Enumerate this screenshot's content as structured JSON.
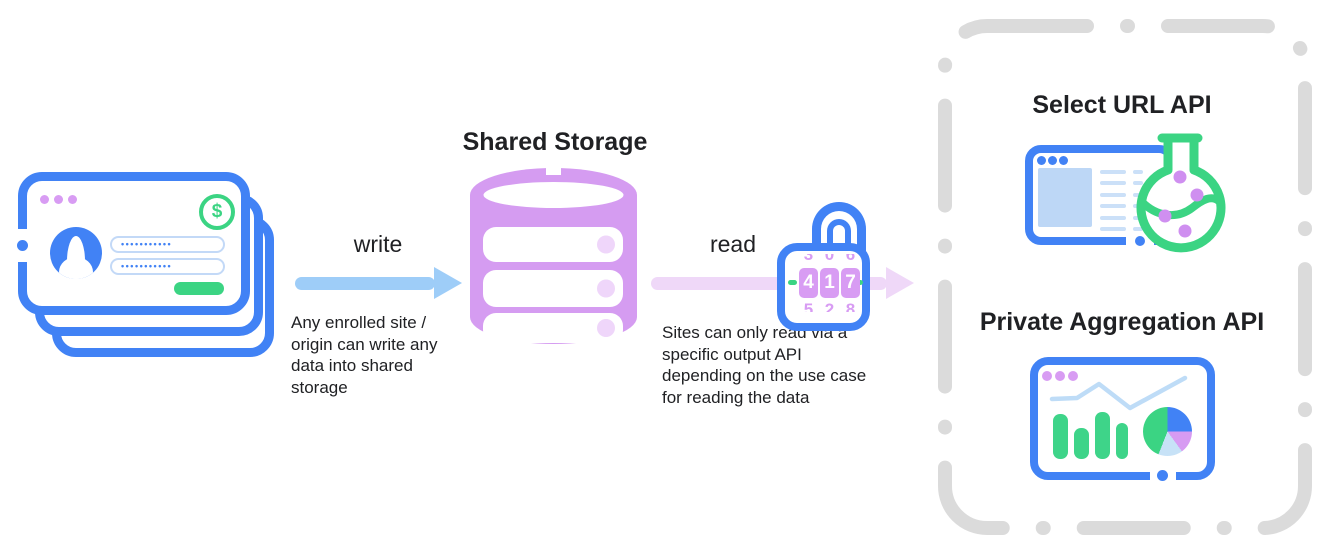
{
  "login_card": {
    "dollar_symbol": "$",
    "password_fields": [
      "•••••••••••",
      "•••••••••••"
    ]
  },
  "flow": {
    "write": {
      "label": "write",
      "description": "Any enrolled site / origin can write any data into shared storage"
    },
    "read": {
      "label": "read",
      "description": "Sites can only read via a specific output API depending on the use case for reading the data"
    }
  },
  "storage": {
    "title": "Shared Storage"
  },
  "lock": {
    "digits": [
      "4",
      "1",
      "7"
    ],
    "digits_above": [
      "3",
      "0",
      "6"
    ],
    "digits_below": [
      "5",
      "2",
      "8"
    ]
  },
  "outputs": {
    "select_url": {
      "title": "Select URL API"
    },
    "private_aggregation": {
      "title": "Private Aggregation API"
    }
  },
  "icons": {
    "login_window": "browser-window-with-login-form",
    "database": "shared-storage-database-cylinder",
    "lock": "combination-padlock",
    "flask": "experiment-flask",
    "charts": "dashboard-with-bar-line-pie-charts"
  },
  "colors": {
    "blue": "#4182F5",
    "write_arrow_blue": "#9ECDF8",
    "read_arrow_purple": "#EFD8F8",
    "database_purple": "#D59CF1",
    "wheel_purple": "#D89CF3",
    "window_dot_purple": "#D89CF3",
    "green": "#3BD483",
    "pale_blue_fill": "#BDD7F6",
    "pale_blue_line": "#CBE0F8",
    "dash_gray": "#DBDBDB",
    "text": "#202124"
  }
}
